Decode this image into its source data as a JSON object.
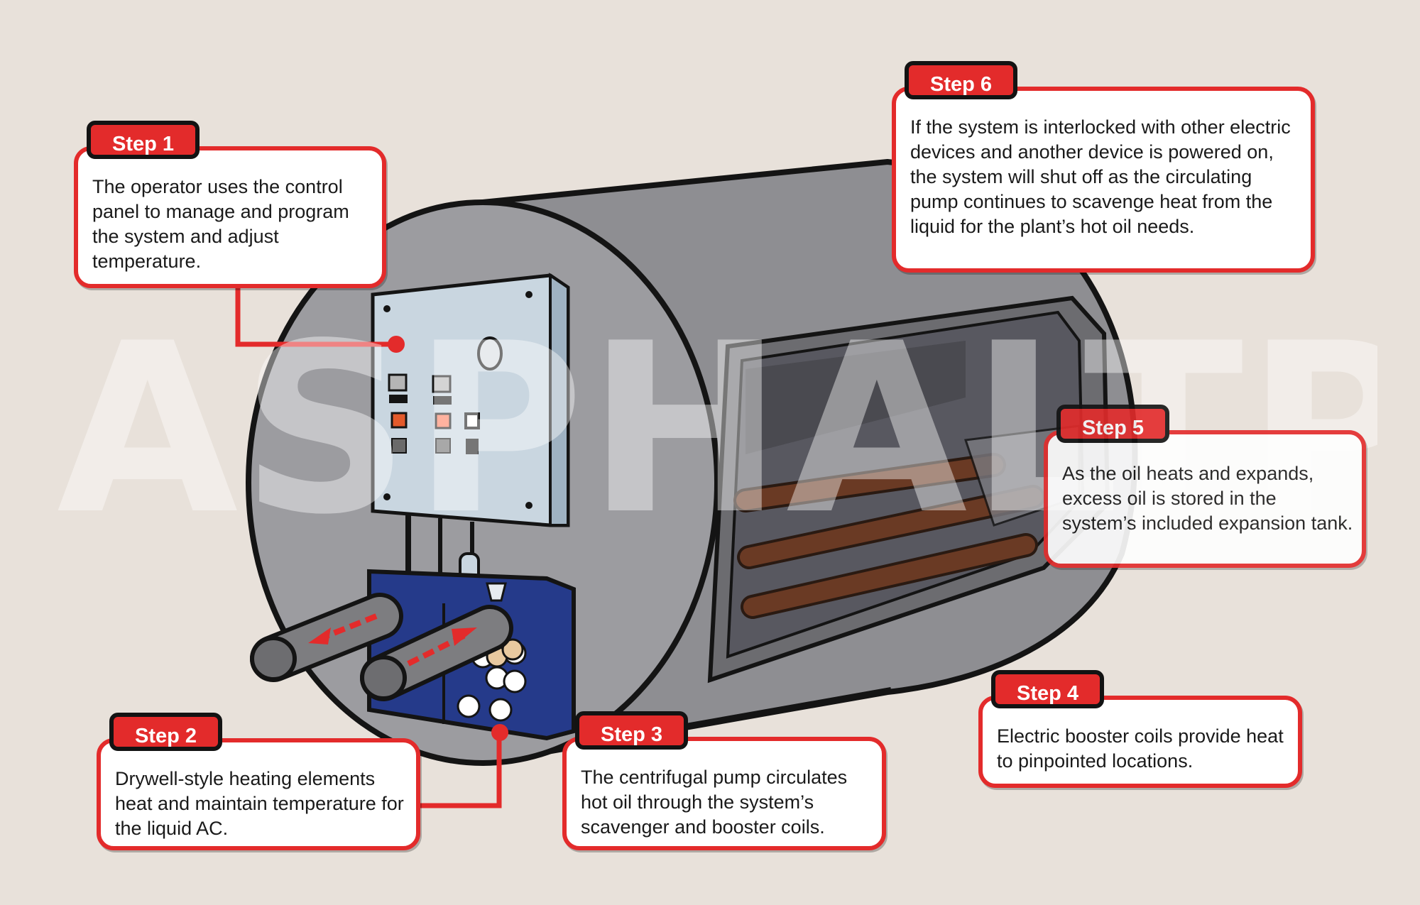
{
  "watermark": "ASPHALTPRO",
  "colors": {
    "background": "#e8e1da",
    "accent_red": "#e32b2b",
    "tank_gray": "#97979b",
    "panel_blue": "#253a8a",
    "coil_brown": "#6a3a24"
  },
  "steps": [
    {
      "label": "Step 1",
      "text": "The operator uses the control panel to manage and program the system and adjust temperature."
    },
    {
      "label": "Step 2",
      "text": "Drywell-style heating elements heat and maintain temperature for the liquid AC."
    },
    {
      "label": "Step 3",
      "text": "The centrifugal pump circulates hot oil through the system’s scavenger and booster coils."
    },
    {
      "label": "Step 4",
      "text": "Electric booster coils provide heat to pinpointed locations."
    },
    {
      "label": "Step 5",
      "text": "As the oil heats and expands, excess oil is stored in the system’s included expansion tank."
    },
    {
      "label": "Step 6",
      "text": "If the system is interlocked with other electric devices and another device is powered on, the system will shut off as the circulating pump continues to scavenge heat from the liquid for the plant’s hot oil needs."
    }
  ]
}
